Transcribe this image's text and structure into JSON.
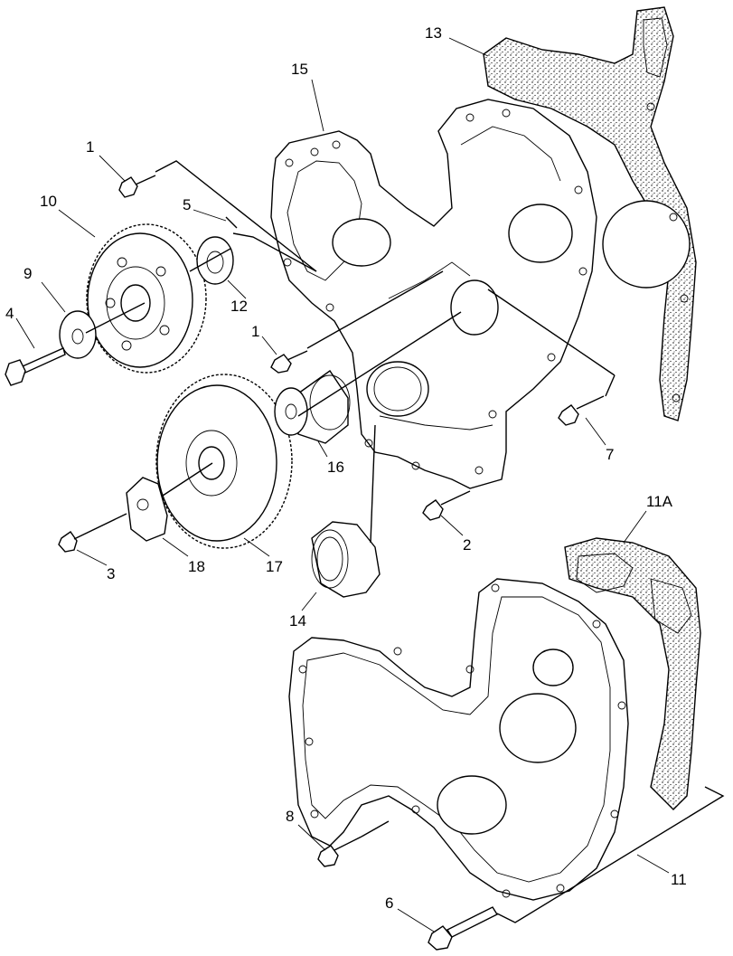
{
  "callouts": {
    "c1a": "1",
    "c1b": "1",
    "c2": "2",
    "c3": "3",
    "c4": "4",
    "c5": "5",
    "c6": "6",
    "c7": "7",
    "c8": "8",
    "c9": "9",
    "c10": "10",
    "c11": "11",
    "c11a": "11A",
    "c12": "12",
    "c13": "13",
    "c14": "14",
    "c15": "15",
    "c16": "16",
    "c17": "17",
    "c18": "18"
  }
}
